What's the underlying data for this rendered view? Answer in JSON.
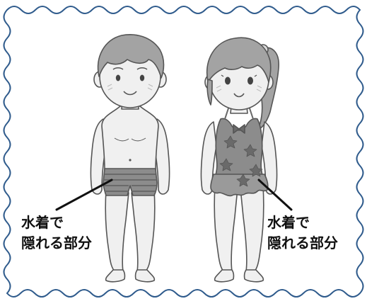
{
  "labels": {
    "boy_line1": "水着で",
    "boy_line2": "隠れる部分",
    "girl_line1": "水着で",
    "girl_line2": "隠れる部分"
  },
  "figures": [
    "boy-illustration",
    "girl-illustration"
  ],
  "colors": {
    "border": "#2f5b8c",
    "skin": "#f0f0f0",
    "outline": "#555555",
    "hair": "#a3a3a3",
    "swimwear": "#8c8c8c",
    "swimwear_pattern": "#6a6a6a",
    "text": "#111111"
  }
}
